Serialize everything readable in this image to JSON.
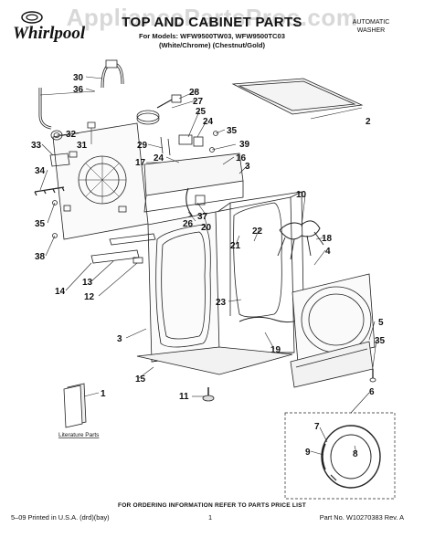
{
  "watermark": "AppliancePartsPros.com",
  "brand": {
    "name": "Whirlpool"
  },
  "header": {
    "title": "TOP AND CABINET PARTS",
    "models_line": "For Models: WFW9500TW03, WFW9500TC03",
    "colors_line": "(White/Chrome)  (Chestnut/Gold)",
    "product_line1": "AUTOMATIC",
    "product_line2": "WASHER"
  },
  "diagram": {
    "literature_label": "Literature Parts",
    "callouts": [
      {
        "id": "c30",
        "label": "30"
      },
      {
        "id": "c36",
        "label": "36"
      },
      {
        "id": "c28",
        "label": "28"
      },
      {
        "id": "c27",
        "label": "27"
      },
      {
        "id": "c25",
        "label": "25"
      },
      {
        "id": "c24a",
        "label": "24"
      },
      {
        "id": "c35a",
        "label": "35"
      },
      {
        "id": "c39",
        "label": "39"
      },
      {
        "id": "c2",
        "label": "2"
      },
      {
        "id": "c32",
        "label": "32"
      },
      {
        "id": "c31",
        "label": "31"
      },
      {
        "id": "c29",
        "label": "29"
      },
      {
        "id": "c33",
        "label": "33"
      },
      {
        "id": "c17",
        "label": "17"
      },
      {
        "id": "c24b",
        "label": "24"
      },
      {
        "id": "c16",
        "label": "16"
      },
      {
        "id": "c3a",
        "label": "3"
      },
      {
        "id": "c34",
        "label": "34"
      },
      {
        "id": "c10",
        "label": "10"
      },
      {
        "id": "c37",
        "label": "37"
      },
      {
        "id": "c26",
        "label": "26"
      },
      {
        "id": "c20",
        "label": "20"
      },
      {
        "id": "c22",
        "label": "22"
      },
      {
        "id": "c35b",
        "label": "35"
      },
      {
        "id": "c21",
        "label": "21"
      },
      {
        "id": "c18",
        "label": "18"
      },
      {
        "id": "c4",
        "label": "4"
      },
      {
        "id": "c38",
        "label": "38"
      },
      {
        "id": "c13",
        "label": "13"
      },
      {
        "id": "c14",
        "label": "14"
      },
      {
        "id": "c12",
        "label": "12"
      },
      {
        "id": "c23",
        "label": "23"
      },
      {
        "id": "c3b",
        "label": "3"
      },
      {
        "id": "c5",
        "label": "5"
      },
      {
        "id": "c19",
        "label": "19"
      },
      {
        "id": "c35c",
        "label": "35"
      },
      {
        "id": "c15",
        "label": "15"
      },
      {
        "id": "c1",
        "label": "1"
      },
      {
        "id": "c11",
        "label": "11"
      },
      {
        "id": "c6",
        "label": "6"
      },
      {
        "id": "c7",
        "label": "7"
      },
      {
        "id": "c9",
        "label": "9"
      },
      {
        "id": "c8",
        "label": "8"
      }
    ]
  },
  "footer": {
    "note": "FOR ORDERING INFORMATION REFER TO PARTS PRICE LIST",
    "printed": "5–09 Printed in U.S.A. (drd)(bay)",
    "page": "1",
    "part_no": "Part No. W10270383 Rev. A"
  }
}
